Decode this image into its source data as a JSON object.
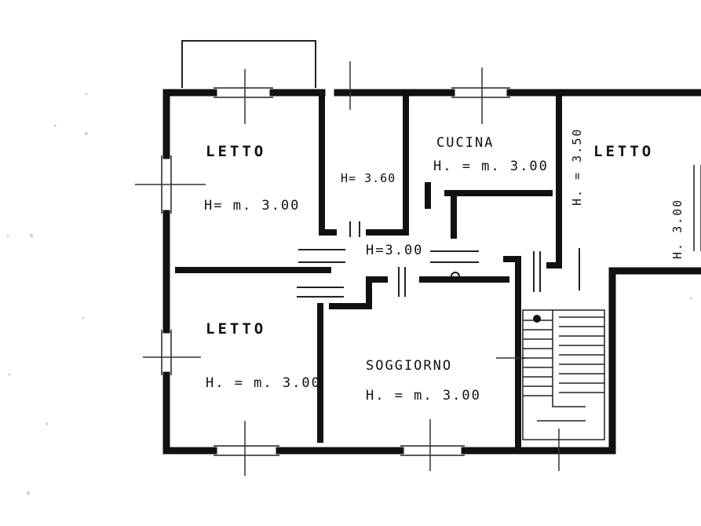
{
  "rooms": {
    "bedroom_top_left": {
      "name": "LETTO",
      "height": "H= m. 3.00"
    },
    "bathroom": {
      "name": "",
      "height": "H= 3.60"
    },
    "kitchen": {
      "name": "CUCINA",
      "height": "H. = m. 3.00"
    },
    "bedroom_right": {
      "name": "LETTO",
      "height_a": "H. = 3.50",
      "height_b": "H. 3.00"
    },
    "hallway": {
      "height": "H=3.00"
    },
    "bedroom_bottom_left": {
      "name": "LETTO",
      "height": "H. = m. 3.00"
    },
    "living_room": {
      "name": "SOGGIORNO",
      "height": "H. = m. 3.00"
    }
  }
}
